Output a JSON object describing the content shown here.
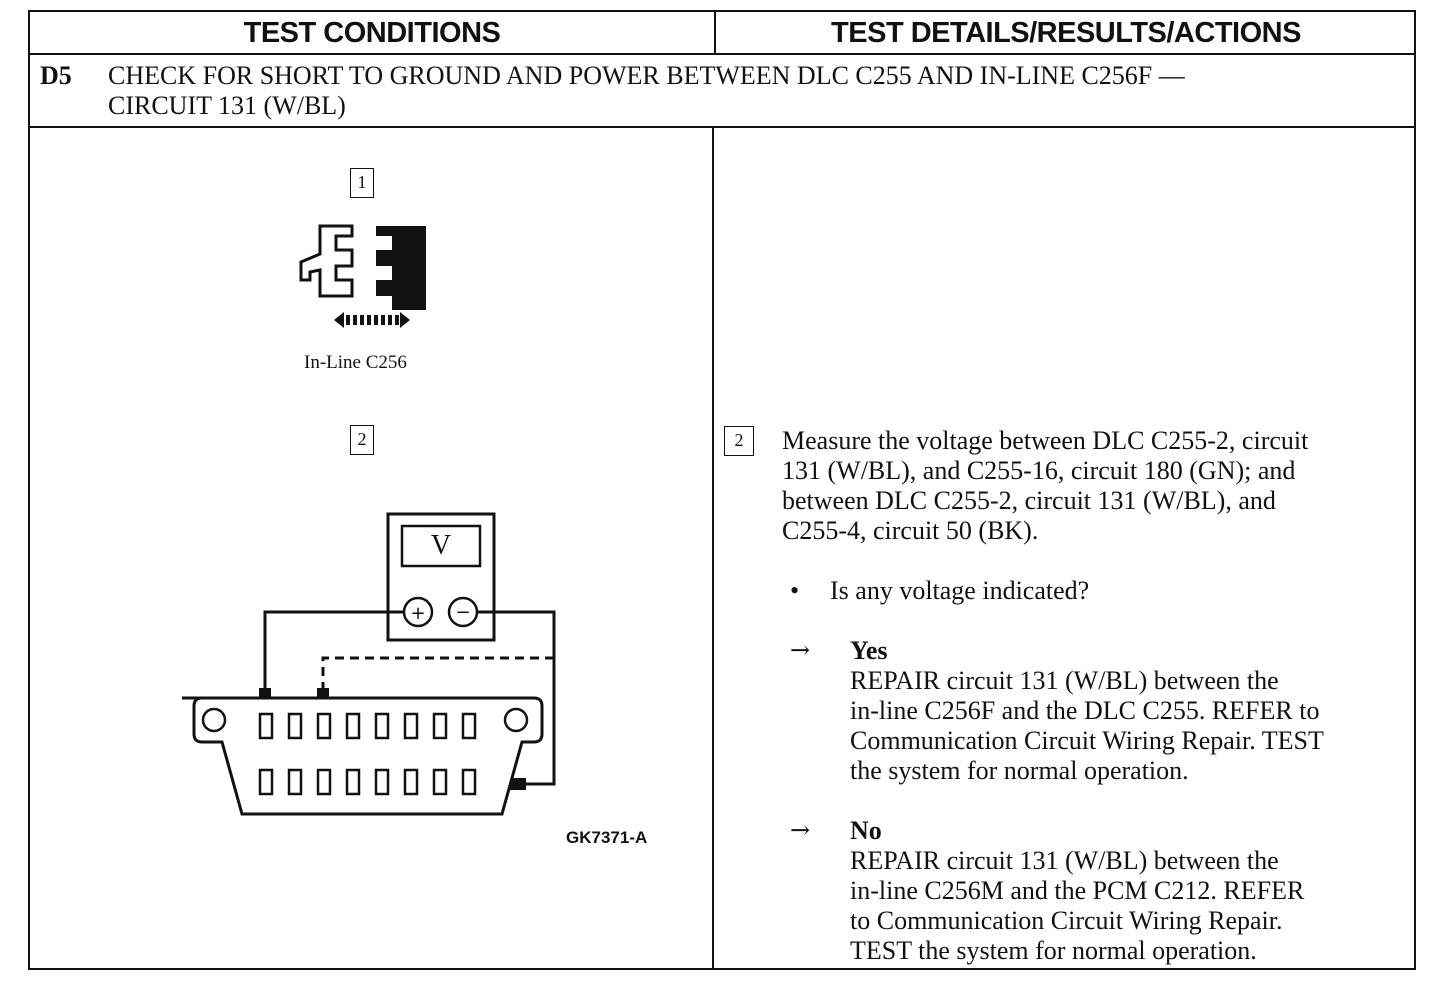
{
  "header": {
    "left": "TEST CONDITIONS",
    "right": "TEST DETAILS/RESULTS/ACTIONS"
  },
  "step": {
    "id": "D5",
    "title_line1": "CHECK FOR SHORT TO GROUND AND POWER BETWEEN DLC C255 AND IN-LINE C256F —",
    "title_line2": "CIRCUIT 131 (W/BL)"
  },
  "figure": {
    "step1_box": "1",
    "connector_caption": "In-Line C256",
    "step2_box": "2",
    "meter_symbol": "V",
    "plus": "+",
    "minus": "−",
    "figure_id": "GK7371-A"
  },
  "details": {
    "step_box": "2",
    "instruction": [
      "Measure the voltage between DLC C255-2, circuit",
      "131 (W/BL), and C255-16, circuit 180 (GN); and",
      "between DLC C255-2, circuit 131 (W/BL), and",
      "C255-4, circuit 50 (BK)."
    ],
    "bullet_symbol": "•",
    "question": "Is any voltage indicated?",
    "arrow_symbol": "→",
    "yes": {
      "label": "Yes",
      "lines": [
        "REPAIR circuit 131 (W/BL) between the",
        "in-line C256F and the DLC C255. REFER to",
        "Communication Circuit Wiring Repair. TEST",
        "the system for normal operation."
      ]
    },
    "no": {
      "label": "No",
      "lines": [
        "REPAIR circuit 131 (W/BL) between the",
        "in-line C256M and the PCM C212. REFER",
        "to Communication Circuit Wiring Repair.",
        "TEST the system for normal operation."
      ]
    }
  }
}
